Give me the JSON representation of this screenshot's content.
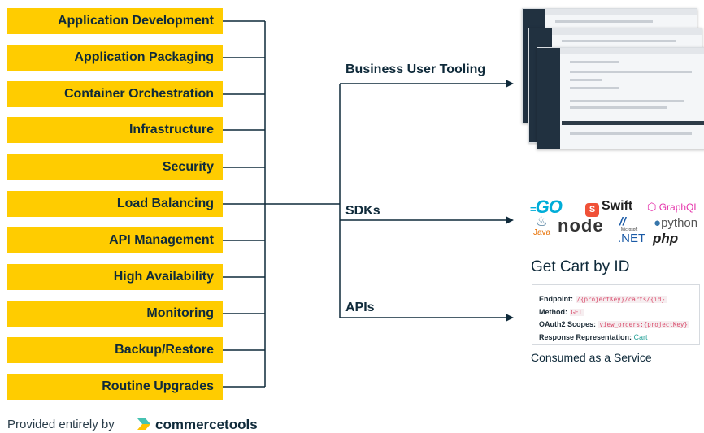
{
  "stack_items": [
    "Application Development",
    "Application Packaging",
    "Container Orchestration",
    "Infrastructure",
    "Security",
    "Load Balancing",
    "API Management",
    "High Availability",
    "Monitoring",
    "Backup/Restore",
    "Routine Upgrades"
  ],
  "branches": {
    "tooling": "Business User Tooling",
    "sdks": "SDKs",
    "apis": "APIs"
  },
  "sdk_logos": {
    "go": "GO",
    "swift": "Swift",
    "graphql": "GraphQL",
    "java": "Java",
    "node": "node",
    "microsoft": "Microsoft",
    "net": ".NET",
    "python": "python",
    "php": "php"
  },
  "api_example": {
    "title": "Get Cart by ID",
    "endpoint_label": "Endpoint:",
    "endpoint_value": "/{projectKey}/carts/{id}",
    "method_label": "Method:",
    "method_value": "GET",
    "scopes_label": "OAuth2 Scopes:",
    "scopes_value": "view_orders:{projectKey}",
    "response_label": "Response Representation:",
    "response_value": "Cart"
  },
  "api_caption": "Consumed as a Service",
  "footer": {
    "provided_text": "Provided entirely by",
    "brand": "commercetools"
  },
  "colors": {
    "stack_box": "#ffcc00",
    "text": "#0f2a3a",
    "connector": "#0f2a3a",
    "go": "#00add8",
    "swift": "#f05138",
    "graphql": "#e535ab",
    "node": "#333333",
    "dotnet": "#1a5aa6",
    "php": "#222222",
    "brand_teal": "#46c2b2",
    "brand_yellow": "#ffc300"
  }
}
